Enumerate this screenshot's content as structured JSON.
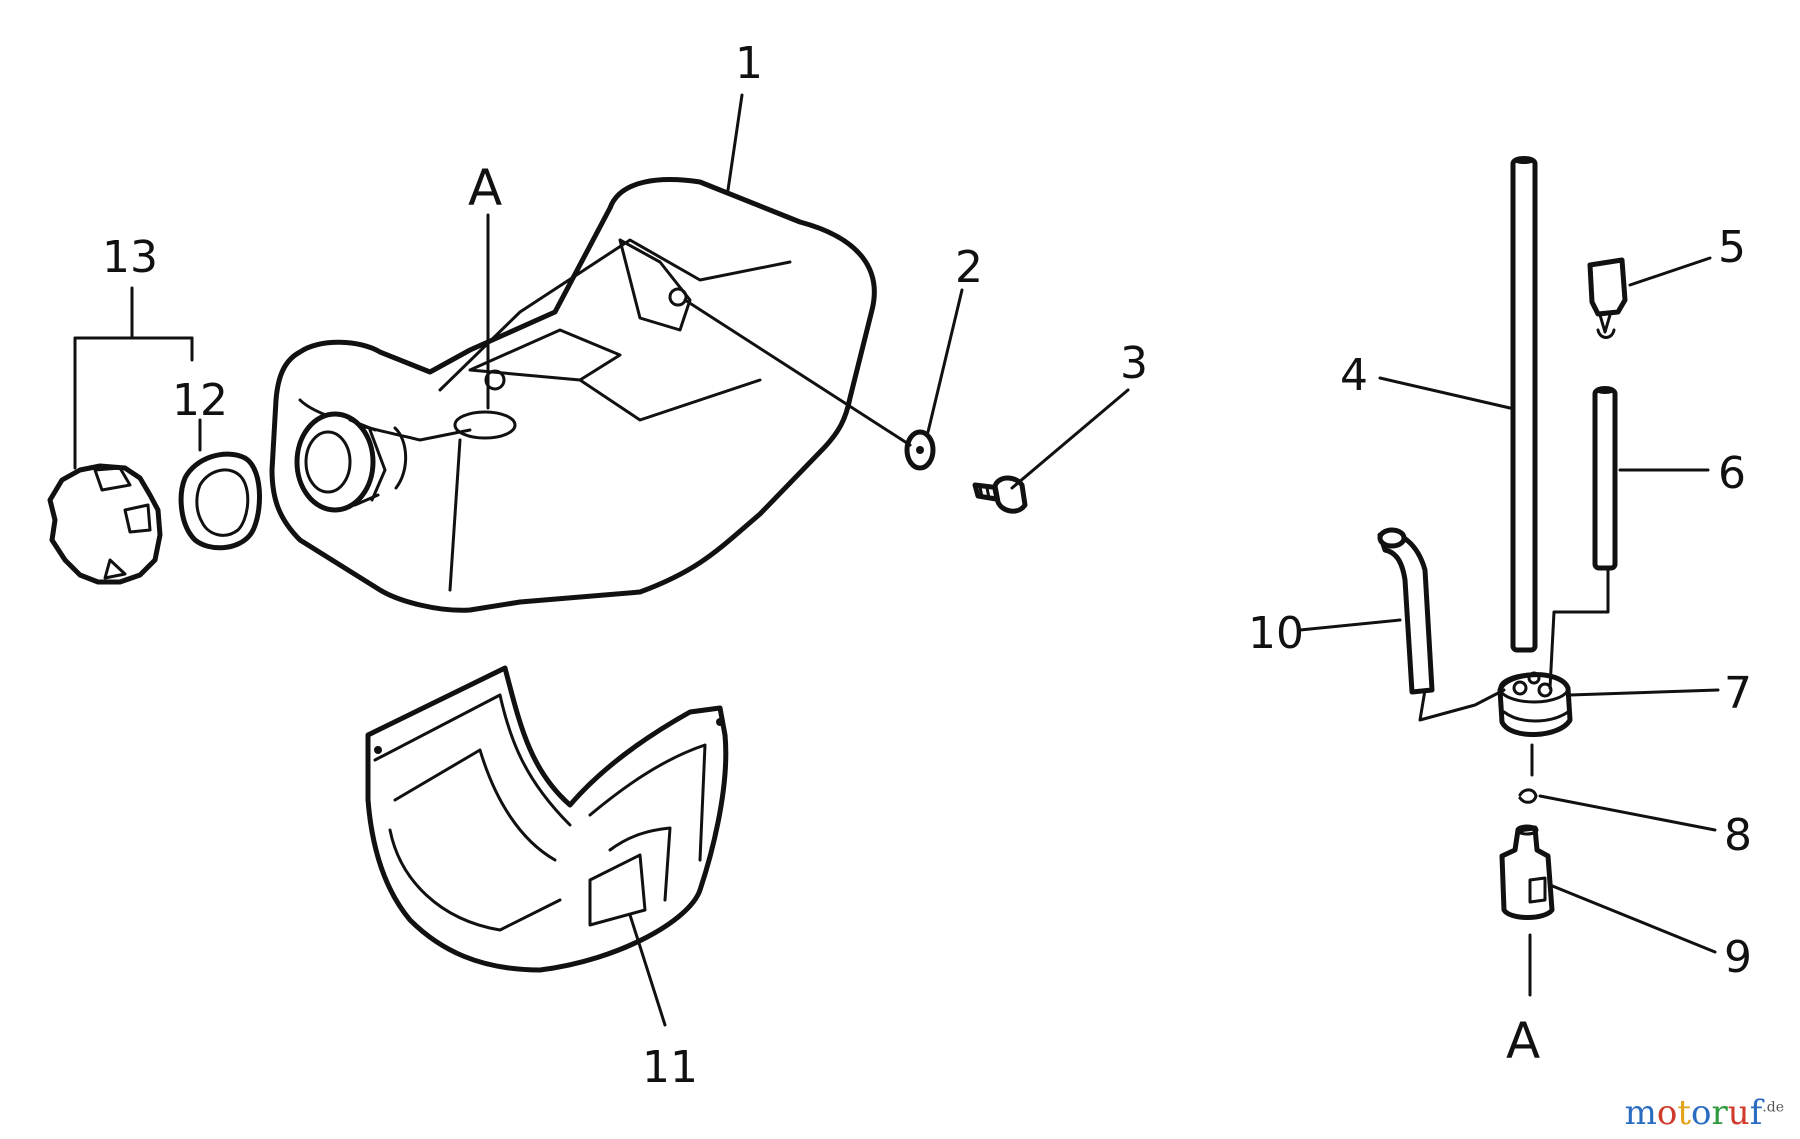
{
  "diagram": {
    "callouts": [
      "1",
      "2",
      "3",
      "4",
      "5",
      "6",
      "7",
      "8",
      "9",
      "10",
      "11",
      "12",
      "13"
    ],
    "reference_top": "A",
    "reference_bottom": "A"
  },
  "watermark": {
    "letters": [
      "m",
      "o",
      "t",
      "o",
      "r",
      "u",
      "f"
    ],
    "colors": [
      "#2a6cc0",
      "#d03a2a",
      "#e2a21a",
      "#2a6cc0",
      "#2f9a3c",
      "#d03a2a",
      "#2a6cc0"
    ],
    "suffix": ".de"
  }
}
